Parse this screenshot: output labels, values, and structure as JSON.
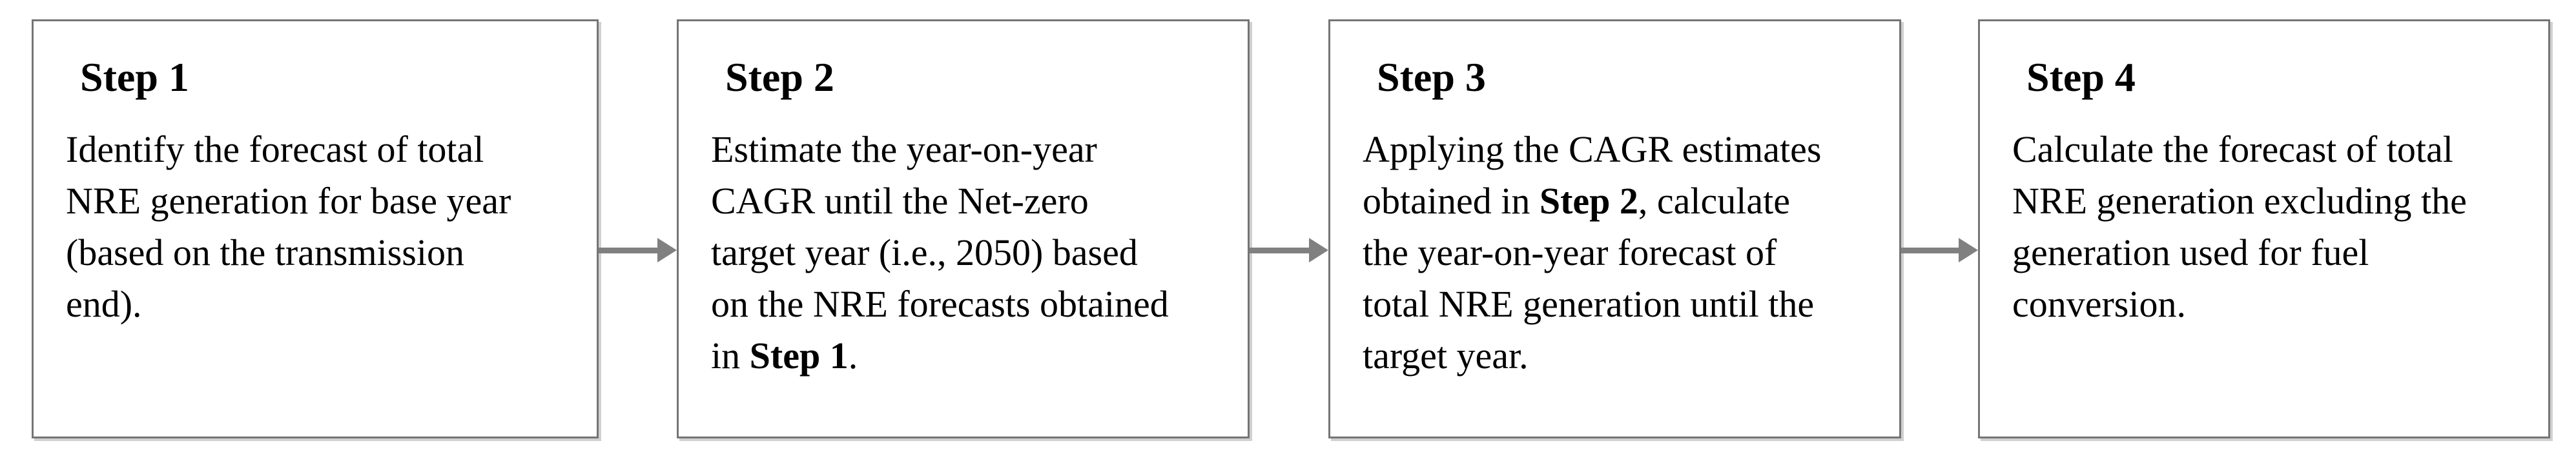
{
  "figure": {
    "type": "flowchart",
    "direction": "left-to-right",
    "box_count": 4
  },
  "colors": {
    "background": "#ffffff",
    "box_border": "#757575",
    "arrow": "#808080",
    "text": "#000000"
  },
  "boxes": [
    {
      "title": "Step 1",
      "text": "Identify the forecast of total NRE generation for base year (based on the transmission end).",
      "body_lines": [
        [
          {
            "text": "Identify the forecast of total",
            "bold": false
          }
        ],
        [
          {
            "text": "NRE generation for base year",
            "bold": false
          }
        ],
        [
          {
            "text": "(based on the transmission",
            "bold": false
          }
        ],
        [
          {
            "text": "end).",
            "bold": false
          }
        ]
      ]
    },
    {
      "title": "Step 2",
      "text": "Estimate the year-on-year CAGR until the Net-zero target year (i.e., 2050) based on the NRE forecasts obtained in Step 1.",
      "body_lines": [
        [
          {
            "text": "Estimate the year-on-year",
            "bold": false
          }
        ],
        [
          {
            "text": "CAGR until the Net-zero",
            "bold": false
          }
        ],
        [
          {
            "text": "target year (i.e., 2050) based",
            "bold": false
          }
        ],
        [
          {
            "text": "on the NRE forecasts obtained",
            "bold": false
          }
        ],
        [
          {
            "text": "in ",
            "bold": false
          },
          {
            "text": "Step 1",
            "bold": true
          },
          {
            "text": ".",
            "bold": false
          }
        ]
      ]
    },
    {
      "title": "Step 3",
      "text": "Applying the CAGR estimates obtained in Step 2, calculate the year-on-year forecast of total NRE generation until the target year.",
      "body_lines": [
        [
          {
            "text": "Applying the CAGR estimates",
            "bold": false
          }
        ],
        [
          {
            "text": "obtained in ",
            "bold": false
          },
          {
            "text": "Step 2",
            "bold": true
          },
          {
            "text": ", calculate",
            "bold": false
          }
        ],
        [
          {
            "text": "the year-on-year forecast of",
            "bold": false
          }
        ],
        [
          {
            "text": "total NRE generation until the",
            "bold": false
          }
        ],
        [
          {
            "text": "target year.",
            "bold": false
          }
        ]
      ]
    },
    {
      "title": "Step 4",
      "text": "Calculate the forecast of total NRE generation excluding the generation used for fuel conversion.",
      "body_lines": [
        [
          {
            "text": "Calculate the forecast of total",
            "bold": false
          }
        ],
        [
          {
            "text": "NRE generation excluding the",
            "bold": false
          }
        ],
        [
          {
            "text": "generation used for fuel",
            "bold": false
          }
        ],
        [
          {
            "text": "conversion.",
            "bold": false
          }
        ]
      ]
    }
  ],
  "arrows": [
    {
      "from": "Step 1",
      "to": "Step 2",
      "direction": "right"
    },
    {
      "from": "Step 2",
      "to": "Step 3",
      "direction": "right"
    },
    {
      "from": "Step 3",
      "to": "Step 4",
      "direction": "right"
    }
  ]
}
